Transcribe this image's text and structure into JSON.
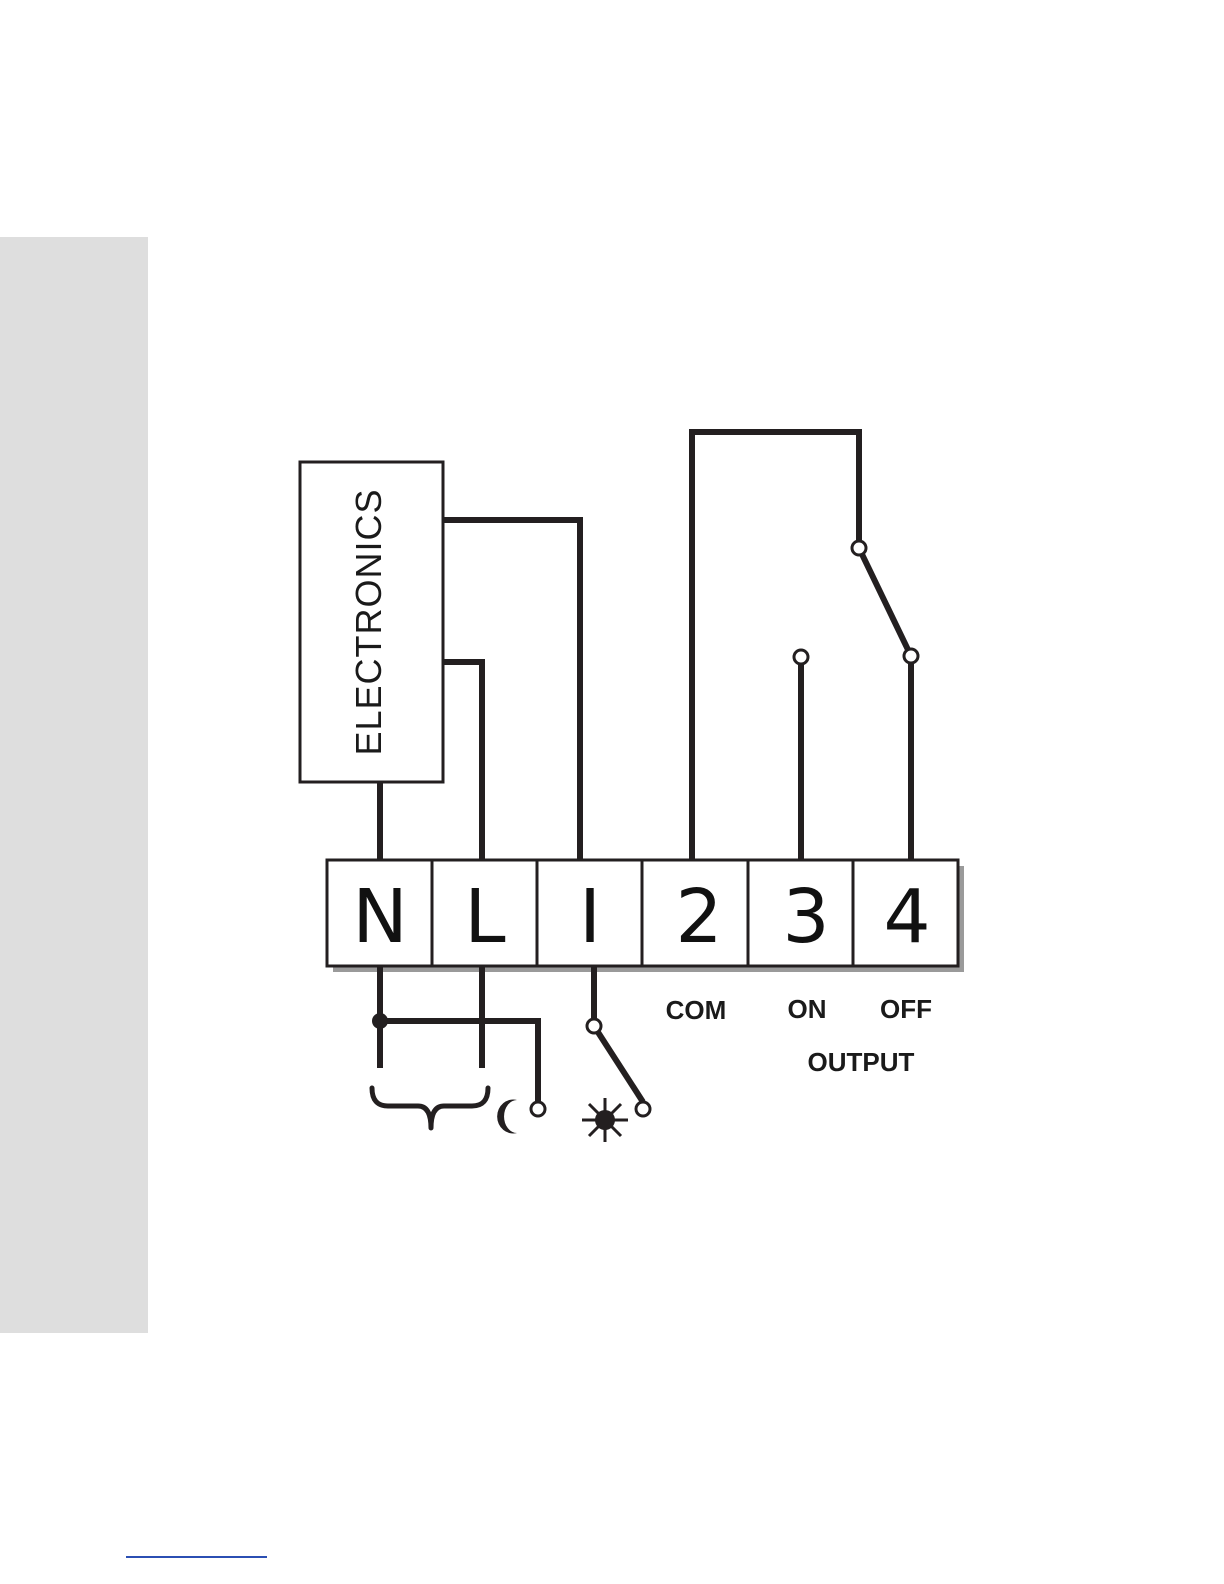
{
  "colors": {
    "line": "#231f20",
    "side_band": "#dedede",
    "footer_rule": "#2b4fb3",
    "terminal_shadow": "#9a9a9a"
  },
  "electronics_box": {
    "label": "ELECTRONICS"
  },
  "terminal_block": {
    "terminals": [
      "N",
      "L",
      "I",
      "2",
      "3",
      "4"
    ]
  },
  "output_labels": {
    "com": "COM",
    "on": "ON",
    "off": "OFF",
    "group": "OUTPUT"
  },
  "symbols": {
    "brace": "brace-icon",
    "night": "moon-icon",
    "day": "sun-icon"
  }
}
